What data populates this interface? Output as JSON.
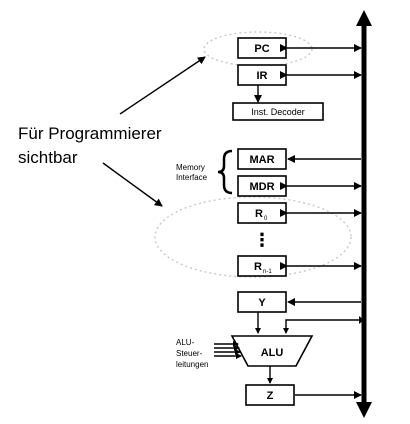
{
  "caption": {
    "line1": "Für Programmierer",
    "line2": "sichtbar"
  },
  "registers": {
    "pc": "PC",
    "ir": "IR",
    "decoder": "Inst. Decoder",
    "mar": "MAR",
    "mdr": "MDR",
    "r0": "R",
    "r0_sub": "0",
    "dots": "⋮",
    "rn": "R",
    "rn_sub": "n-1",
    "y": "Y",
    "alu": "ALU",
    "z": "Z"
  },
  "memory_interface": {
    "line1": "Memory",
    "line2": "Interface"
  },
  "alu_control": {
    "line1": "ALU-",
    "line2": "Steuer-",
    "line3": "leitungen"
  }
}
